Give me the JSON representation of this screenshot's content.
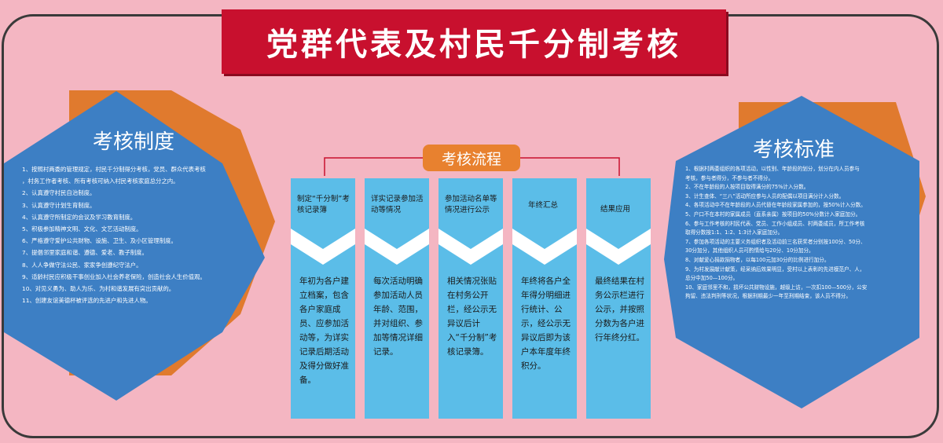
{
  "title": "党群代表及村民千分制考核",
  "left_panel": {
    "title": "考核制度",
    "items": [
      "1、按照村两委的管理规定，村民千分制得分考核，党员、群众代表考核",
      "，村务工作者考核、所有考核可纳入村民考核家庭总分之内。",
      "2、认真遵守村民自治制度。",
      "3、认真遵守计划生育制度。",
      "4、认真遵守所制定的会议及学习教育制度。",
      "5、积极参加精神文明、文化、文艺活动制度。",
      "6、严格遵守爱护公共财物、设施、卫生、及小区管理制度。",
      "7、提倡邻里家庭和谐、遵德、爱老、教子制度。",
      "8、人人争做守法公民、家家争创遵纪守法户。",
      "9、适龄村民应积极干事创业加入社会养老保险，创造社会人生价值观。",
      "10、对见义勇为、助人为乐、为村和谐发展有突出贡献的。",
      "11、创建友谊美德杯被评选的先进户和先进人物。"
    ]
  },
  "flow": {
    "label": "考核流程",
    "columns": [
      {
        "head": "制定“千分制”考核记录簿",
        "body": "年初为各户建立档案，包含各户家庭成员、应参加活动等，为详实记录后期活动及得分做好准备。"
      },
      {
        "head": "详实记录参加活动等情况",
        "body": "每次活动明确参加活动人员年龄、范围，并对组织、参加等情况详细记录。"
      },
      {
        "head": "参加活动名单等情况进行公示",
        "body": "相关情况张贴在村务公开栏，经公示无异议后计入“千分制”考核记录簿。"
      },
      {
        "head": "年终汇总",
        "body": "年终将各户全年得分明细进行统计、公示，经公示无异议后即为该户本年度年终积分。"
      },
      {
        "head": "结果应用",
        "body": "最终结果在村务公示栏进行公示，并按照分数为各户进行年终分红。"
      }
    ]
  },
  "right_panel": {
    "title": "考核标准",
    "items": [
      "1、根据村两委组织的各项活动，以性别、年龄段的划分，划分在内人员参与",
      "考核，参与者得分，不参与者不得分。",
      "2、不在年龄段的人按项目取得满分的75%计入分数。",
      "3、计生查体、“三八”活动所应参与人员的配偶以项目满分计入分数。",
      "4、各项活动中不在年龄段的人员代替在年龄段家属参加的，按50%计入分数。",
      "5、户口不在本村的家属成员（直系亲属）按项目的50%分数计入家庭加分。",
      "6、参与工作考核的村民代表、党员、工作小组成员、村两委成员，所工作考核",
      "取得分数按1:1、1:2、1:3计入家庭加分。",
      "7、参加各项活动的主要义务组织者及活动前三名获奖者分别按100分、50分、",
      "30分加分，其他组织人员可酌情给与20分、10分加分。",
      "8、对献爱心捐款捐物者，以每100元加30分的比例进行加分。",
      "9、为村发展献计献策，经采纳后效果明显，受村以上表彰的先进模范户、人，",
      "总分中加50—100分。",
      "10、家庭邻里不和，损坏公共财物设施，越级上访，一次扣100—500分，公安",
      "拘留、违法判刑等状况，根据刑期最少一年至刑期结束，该人员不得分。"
    ]
  },
  "colors": {
    "background": "#f4b6c2",
    "banner_red": "#c8102e",
    "hex_blue": "#3d7fc4",
    "hex_orange": "#e07a2e",
    "column_blue": "#5bbde8"
  }
}
